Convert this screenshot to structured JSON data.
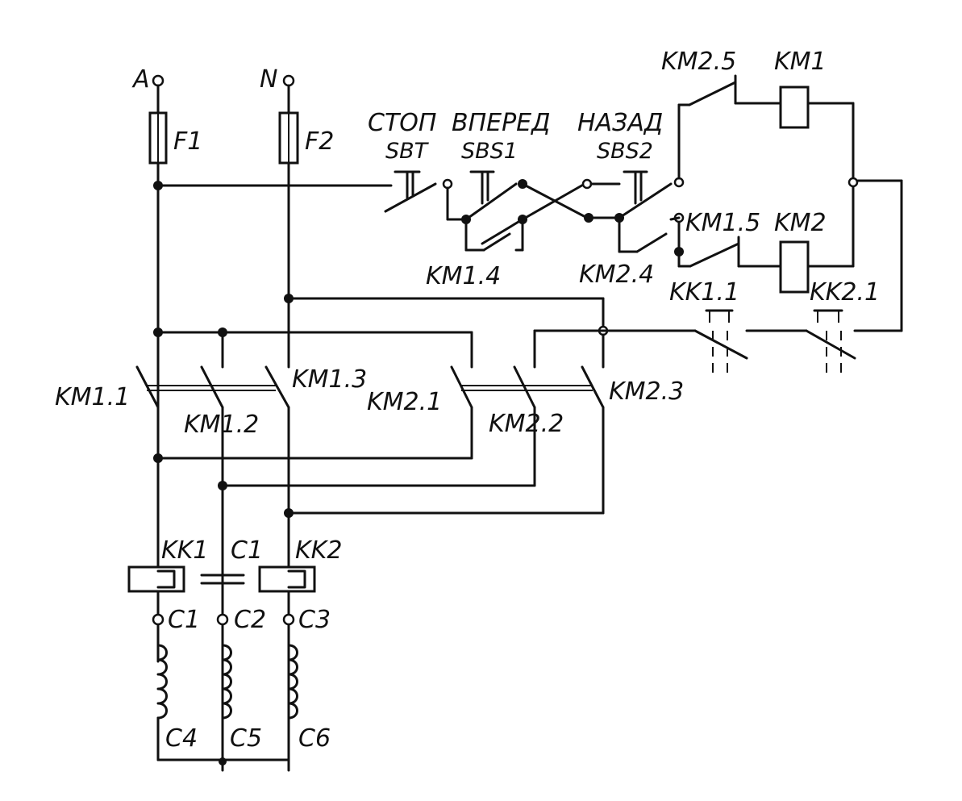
{
  "terminals": {
    "phase": "A",
    "neutral": "N"
  },
  "fuses": {
    "f1": "F1",
    "f2": "F2"
  },
  "buttons": {
    "stop": {
      "title": "СТОП",
      "code": "SBT"
    },
    "forward": {
      "title": "ВПЕРЕД",
      "code": "SBS1"
    },
    "backward": {
      "title": "НАЗАД",
      "code": "SBS2"
    }
  },
  "contacts": {
    "km1_1": "KM1.1",
    "km1_2": "KM1.2",
    "km1_3": "KM1.3",
    "km1_4": "KM1.4",
    "km1_5": "KM1.5",
    "km2_1": "KM2.1",
    "km2_2": "KM2.2",
    "km2_3": "KM2.3",
    "km2_4": "KM2.4",
    "km2_5": "KM2.5",
    "kk1_1": "KK1.1",
    "kk2_1": "KK2.1"
  },
  "coils": {
    "km1": "KM1",
    "km2": "KM2"
  },
  "relays": {
    "kk1": "KK1",
    "kk2": "KK2"
  },
  "capacitor": "C1",
  "motor_terminals": [
    "C1",
    "C2",
    "C3",
    "C4",
    "C5",
    "C6"
  ]
}
